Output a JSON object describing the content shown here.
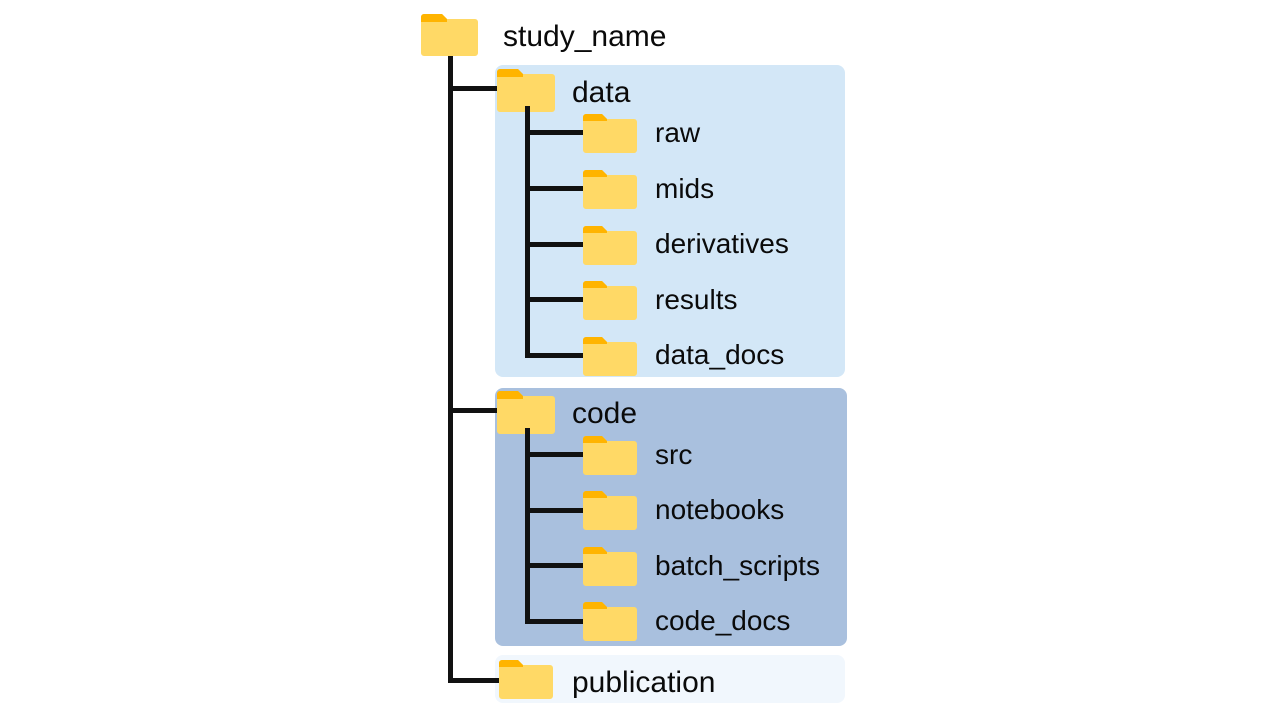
{
  "diagram": {
    "title": "study_name",
    "type": "directory-tree",
    "root": {
      "name": "study_name",
      "icon": "folder-icon"
    },
    "groups": [
      {
        "id": "data",
        "label": "data",
        "icon": "folder-icon",
        "background_color": "#d3e7f7",
        "children": [
          {
            "label": "raw",
            "icon": "folder-icon"
          },
          {
            "label": "mids",
            "icon": "folder-icon"
          },
          {
            "label": "derivatives",
            "icon": "folder-icon"
          },
          {
            "label": "results",
            "icon": "folder-icon"
          },
          {
            "label": "data_docs",
            "icon": "folder-icon"
          }
        ]
      },
      {
        "id": "code",
        "label": "code",
        "icon": "folder-icon",
        "background_color": "#a9c0de",
        "children": [
          {
            "label": "src",
            "icon": "folder-icon"
          },
          {
            "label": "notebooks",
            "icon": "folder-icon"
          },
          {
            "label": "batch_scripts",
            "icon": "folder-icon"
          },
          {
            "label": "code_docs",
            "icon": "folder-icon"
          }
        ]
      },
      {
        "id": "publication",
        "label": "publication",
        "icon": "folder-icon",
        "background_color": "#f1f7fd",
        "children": []
      }
    ],
    "colors": {
      "folder_body": "#ffd966",
      "folder_tab": "#ffb400",
      "connector": "#111111",
      "text": "#0a0a0a",
      "page_background": "#ffffff"
    }
  }
}
